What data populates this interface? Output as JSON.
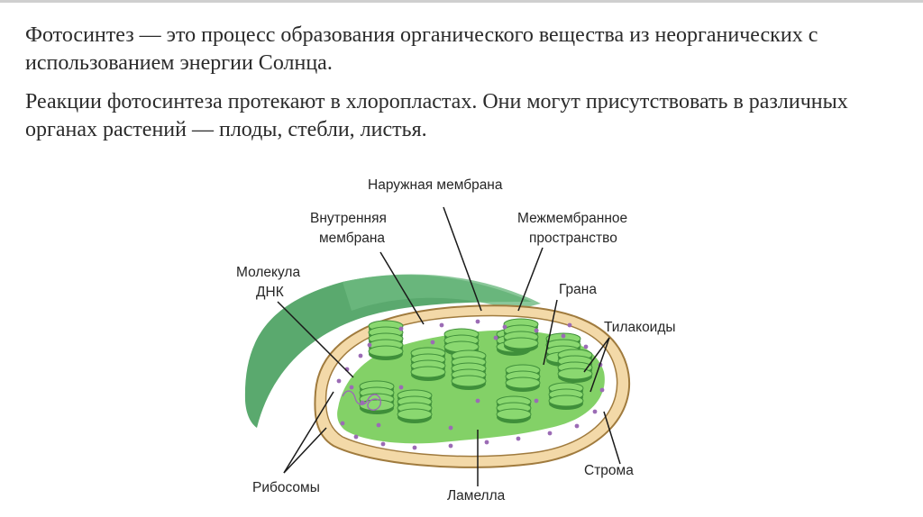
{
  "text": {
    "paragraph1": "Фотосинтез — это процесс образования органического вещества из неорганических с использованием энергии Солнца.",
    "paragraph2": "Реакции фотосинтеза протекают в хлоропластах. Они могут присутствовать в различных органах растений — плоды, стебли, листья."
  },
  "diagram": {
    "labels": {
      "outer_membrane": "Наружная мембрана",
      "inner_membrane_1": "Внутренняя",
      "inner_membrane_2": "мембрана",
      "intermembrane_1": "Межмембранное",
      "intermembrane_2": "пространство",
      "dna_1": "Молекула",
      "dna_2": "ДНК",
      "grana": "Грана",
      "thylakoids": "Тилакоиды",
      "stroma": "Строма",
      "ribosomes": "Рибосомы",
      "lamella": "Ламелла"
    },
    "colors": {
      "outer_body": "#5aa96e",
      "membrane_band": "#f3d9a8",
      "membrane_edge": "#a07b3e",
      "stroma": "#ffffff",
      "thylakoid_light": "#8ad870",
      "thylakoid_dark": "#3f8f3a",
      "ribosome": "#9b6bb5"
    }
  }
}
